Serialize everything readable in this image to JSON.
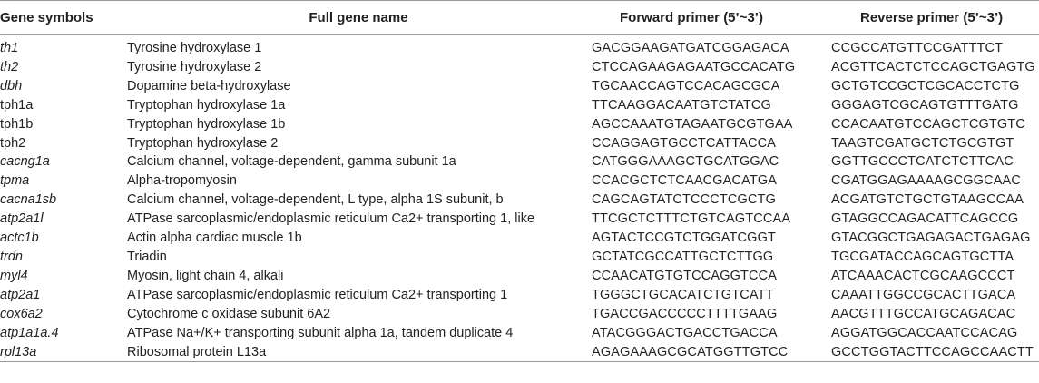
{
  "headers": {
    "symbol": "Gene symbols",
    "name": "Full gene name",
    "forward": "Forward primer (5’~3’)",
    "reverse": "Reverse primer (5’~3’)"
  },
  "rows": [
    {
      "symbol": "th1",
      "italic": true,
      "name": "Tyrosine hydroxylase 1",
      "forward": "GACGGAAGATGATCGGAGACA",
      "reverse": "CCGCCATGTTCCGATTTCT"
    },
    {
      "symbol": "th2",
      "italic": true,
      "name": "Tyrosine hydroxylase 2",
      "forward": "CTCCAGAAGAGAATGCCACATG",
      "reverse": "ACGTTCACTCTCCAGCTGAGTG"
    },
    {
      "symbol": "dbh",
      "italic": true,
      "name": "Dopamine beta-hydroxylase",
      "forward": "TGCAACCAGTCCACAGCGCA",
      "reverse": "GCTGTCCGCTCGCACCTCTG"
    },
    {
      "symbol": "tph1a",
      "italic": false,
      "name": "Tryptophan hydroxylase 1a",
      "forward": "TTCAAGGACAATGTCTATCG",
      "reverse": "GGGAGTCGCAGTGTTTGATG"
    },
    {
      "symbol": "tph1b",
      "italic": false,
      "name": "Tryptophan hydroxylase 1b",
      "forward": "AGCCAAATGTAGAATGCGTGAA",
      "reverse": "CCACAATGTCCAGCTCGTGTC"
    },
    {
      "symbol": "tph2",
      "italic": false,
      "name": "Tryptophan hydroxylase 2",
      "forward": "CCAGGAGTGCCTCATTACCA",
      "reverse": "TAAGTCGATGCTCTGCGTGT"
    },
    {
      "symbol": "cacng1a",
      "italic": true,
      "name": "Calcium channel, voltage-dependent, gamma subunit 1a",
      "forward": "CATGGGAAAGCTGCATGGAC",
      "reverse": "GGTTGCCCTCATCTCTTCAC"
    },
    {
      "symbol": "tpma",
      "italic": true,
      "name": "Alpha-tropomyosin",
      "forward": "CCACGCTCTCAACGACATGA",
      "reverse": "CGATGGAGAAAAGCGGCAAC"
    },
    {
      "symbol": "cacna1sb",
      "italic": true,
      "name": "Calcium channel, voltage-dependent, L type, alpha 1S subunit, b",
      "forward": "CAGCAGTATCTCCCTCGCTG",
      "reverse": "ACGATGTCTGCTGTAAGCCAA"
    },
    {
      "symbol": "atp2a1l",
      "italic": true,
      "name": "ATPase sarcoplasmic/endoplasmic reticulum Ca2+ transporting 1, like",
      "forward": "TTCGCTCTTTCTGTCAGTCCAA",
      "reverse": "GTAGGCCAGACATTCAGCCG"
    },
    {
      "symbol": "actc1b",
      "italic": true,
      "name": "Actin alpha cardiac muscle 1b",
      "forward": "AGTACTCCGTCTGGATCGGT",
      "reverse": "GTACGGCTGAGAGACTGAGAG"
    },
    {
      "symbol": "trdn",
      "italic": true,
      "name": "Triadin",
      "forward": "GCTATCGCCATTGCTCTTGG",
      "reverse": "TGCGATACCAGCAGTGCTTA"
    },
    {
      "symbol": "myl4",
      "italic": true,
      "name": "Myosin, light chain 4, alkali",
      "forward": "CCAACATGTGTCCAGGTCCA",
      "reverse": "ATCAAACACTCGCAAGCCCT"
    },
    {
      "symbol": "atp2a1",
      "italic": true,
      "name": "ATPase sarcoplasmic/endoplasmic reticulum Ca2+ transporting 1",
      "forward": "TGGGCTGCACATCTGTCATT",
      "reverse": "CAAATTGGCCGCACTTGACA"
    },
    {
      "symbol": "cox6a2",
      "italic": true,
      "name": "Cytochrome c oxidase subunit 6A2",
      "forward": "TGACCGACCCCCTTTTGAAG",
      "reverse": "AACGTTTGCCATGCAGACAC"
    },
    {
      "symbol": "atp1a1a.4",
      "italic": true,
      "name": "ATPase Na+/K+ transporting subunit alpha 1a, tandem duplicate 4",
      "forward": "ATACGGGACTGACCTGACCA",
      "reverse": "AGGATGGCACCAATCCACAG"
    },
    {
      "symbol": "rpl13a",
      "italic": true,
      "name": "Ribosomal protein L13a",
      "forward": "AGAGAAAGCGCATGGTTGTCC",
      "reverse": "GCCTGGTACTTCCAGCCAACTT"
    }
  ]
}
